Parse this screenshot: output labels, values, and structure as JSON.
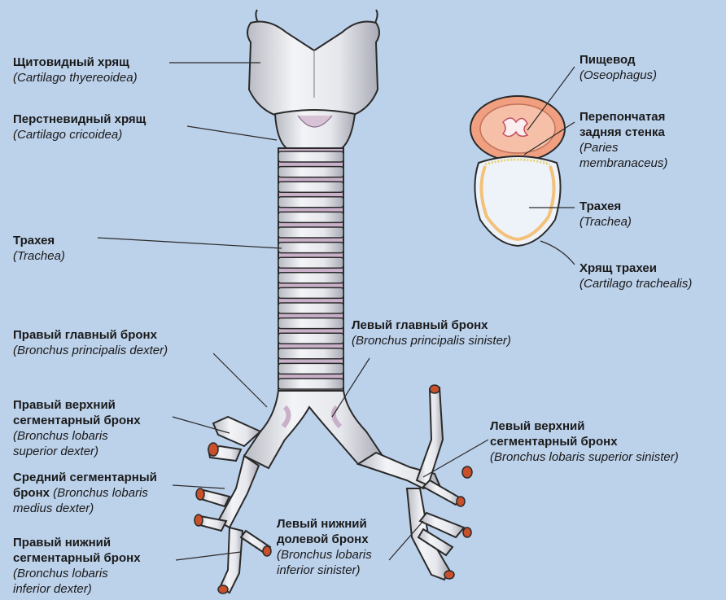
{
  "labels": {
    "thyroid_name": "Щитовидный хрящ",
    "thyroid_latin": "(Cartilago thyereoidea)",
    "cricoid_name": "Перстневидный хрящ",
    "cricoid_latin": "(Cartilago cricoidea)",
    "trachea_name": "Трахея",
    "trachea_latin": "(Trachea)",
    "right_main_name": "Правый главный бронх",
    "right_main_latin": "(Bronchus principalis dexter)",
    "right_upper_name_1": "Правый верхний",
    "right_upper_name_2": "сегментарный бронх",
    "right_upper_latin_1": "(Bronchus lobaris",
    "right_upper_latin_2": "superior dexter)",
    "middle_name_1": "Средний сегментарный",
    "middle_name_2": "бронх",
    "middle_latin_1": "(Bronchus lobaris",
    "middle_latin_2": "medius dexter)",
    "right_lower_name_1": "Правый нижний",
    "right_lower_name_2": "сегментарный бронх",
    "right_lower_latin_1": "(Bronchus lobaris",
    "right_lower_latin_2": "inferior dexter)",
    "left_main_name": "Левый главный бронх",
    "left_main_latin": "(Bronchus principalis sinister)",
    "left_upper_name_1": "Левый верхний",
    "left_upper_name_2": "сегментарный бронх",
    "left_upper_latin": "(Bronchus lobaris superior sinister)",
    "left_lower_name_1": "Левый нижний",
    "left_lower_name_2": "долевой бронх",
    "left_lower_latin_1": "(Bronchus lobaris",
    "left_lower_latin_2": "inferior sinister)",
    "esophagus_name": "Пищевод",
    "esophagus_latin": "(Oseophagus)",
    "membranous_name_1": "Перепончатая",
    "membranous_name_2": "задняя стенка",
    "membranous_latin_1": "(Paries",
    "membranous_latin_2": "membranaceus)",
    "section_trachea_name": "Трахея",
    "section_trachea_latin": "(Trachea)",
    "cartilage_name": "Хрящ трахеи",
    "cartilage_latin": "(Cartilago trachealis)"
  },
  "colors": {
    "background": "#bcd1ea",
    "cartilage": "#e8e9ee",
    "ring_gap": "#c9b0c9",
    "outline": "#2a2a2a",
    "bronchus_end": "#c8502a",
    "esophagus": "#f0a080",
    "section_fill": "#eef3fa"
  }
}
